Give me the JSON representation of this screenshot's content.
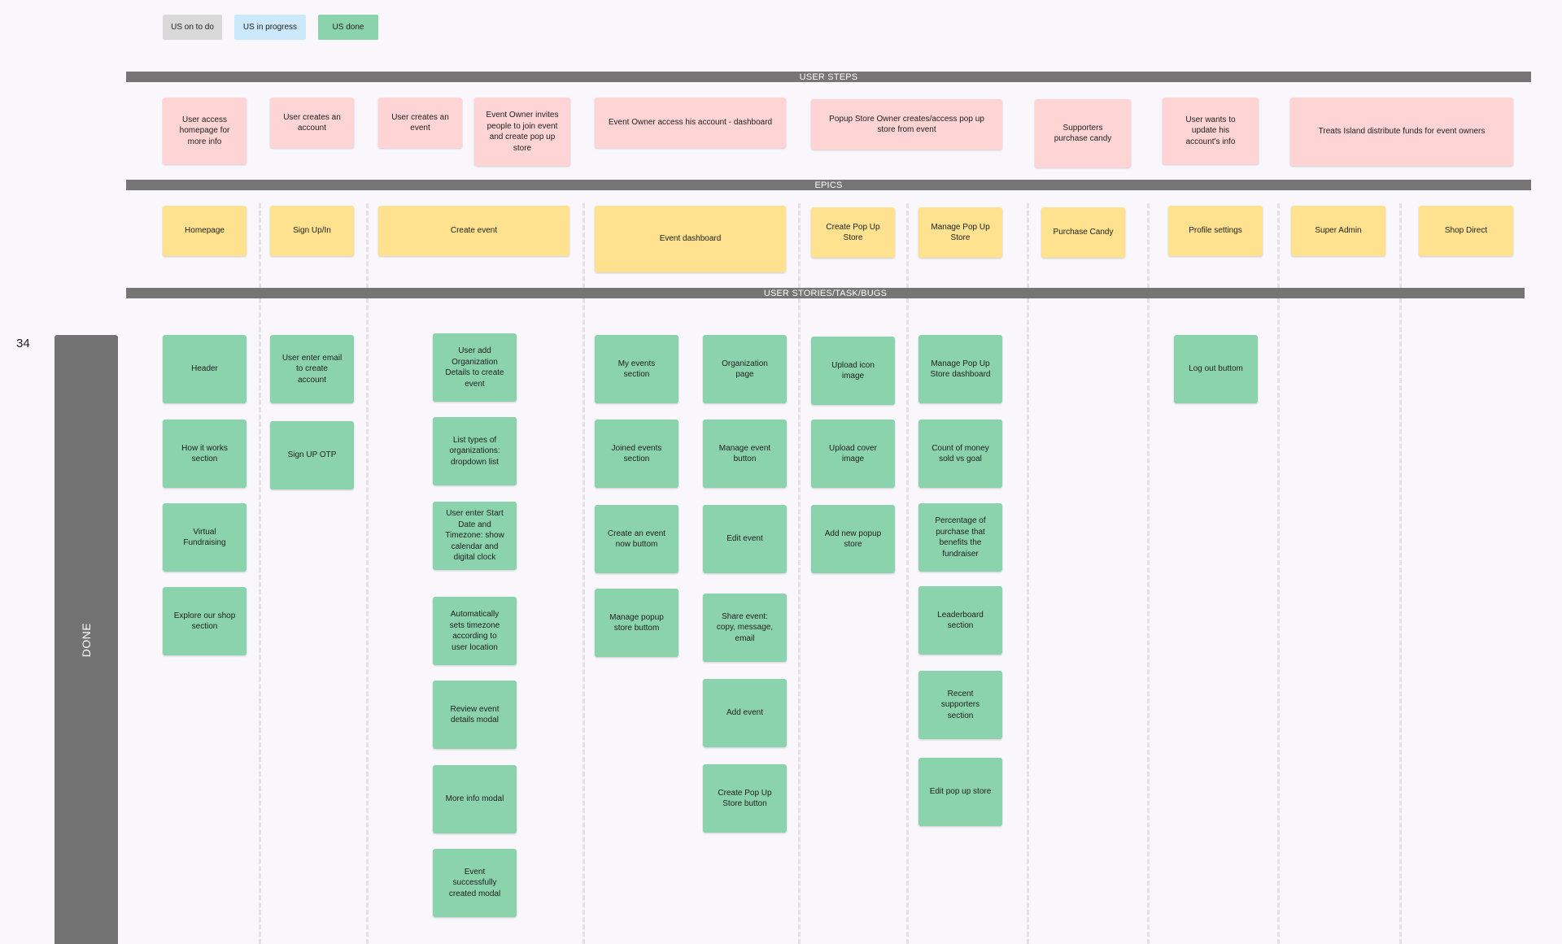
{
  "legend": [
    {
      "label": "US on to do",
      "color": "#d9d9d9"
    },
    {
      "label": "US in progress",
      "color": "#cce9fb"
    },
    {
      "label": "US done",
      "color": "#8bd3ad"
    }
  ],
  "bars": {
    "user_steps": "USER STEPS",
    "epics": "EPICS",
    "user_stories": "USER STORIES/TASK/BUGS"
  },
  "swimlane": {
    "label": "DONE",
    "count": "34"
  },
  "colors": {
    "step": "#ffd4d4",
    "epic": "#ffe28f",
    "done": "#8bd3ad",
    "bar": "#757575"
  },
  "user_steps": [
    "User access\nhomepage for\nmore info",
    "User creates an\naccount",
    "User creates an\nevent",
    "Event Owner invites\npeople to join event\nand create pop up\nstore",
    "Event Owner access his account - dashboard",
    "Popup Store Owner creates/access  pop up\nstore from event",
    "Supporters\npurchase candy",
    "User wants to\nupdate his\naccount's info",
    "Treats Island distribute funds for event owners"
  ],
  "epics": [
    "Homepage",
    "Sign Up/In",
    "Create event",
    "Event dashboard",
    "Create Pop Up\nStore",
    "Manage Pop Up\nStore",
    "Purchase Candy",
    "Profile settings",
    "Super Admin",
    "Shop Direct"
  ],
  "stories": [
    "Header",
    "How it works\nsection",
    "Virtual\nFundraising",
    "Explore our shop\nsection",
    "User enter email\nto create\naccount",
    "Sign UP OTP",
    "User add\nOrganization\nDetails to create\nevent",
    "List types of\norganizations:\ndropdown list",
    "User enter Start\nDate and\nTimezone: show\ncalendar and\ndigital clock",
    "Automatically\nsets timezone\naccording to\nuser location",
    "Review event\ndetails modal",
    "More info modal",
    "Event\nsuccessfully\ncreated modal",
    "My events\nsection",
    "Joined events\nsection",
    "Create an event\nnow buttom",
    "Manage popup\nstore buttom",
    "Organization\npage",
    "Manage event\nbutton",
    "Edit event",
    "Share event:\ncopy, message,\nemail",
    "Add event",
    "Create Pop Up\nStore button",
    "Upload icon\nimage",
    "Upload cover\nimage",
    "Add new popup\nstore",
    "Manage Pop Up\nStore dashboard",
    "Count of money\nsold vs goal",
    "Percentage of\npurchase that\nbenefits the\nfundraiser",
    "Leaderboard\nsection",
    "Recent\nsupporters\nsection",
    "Edit pop up store",
    "Log out buttom"
  ]
}
